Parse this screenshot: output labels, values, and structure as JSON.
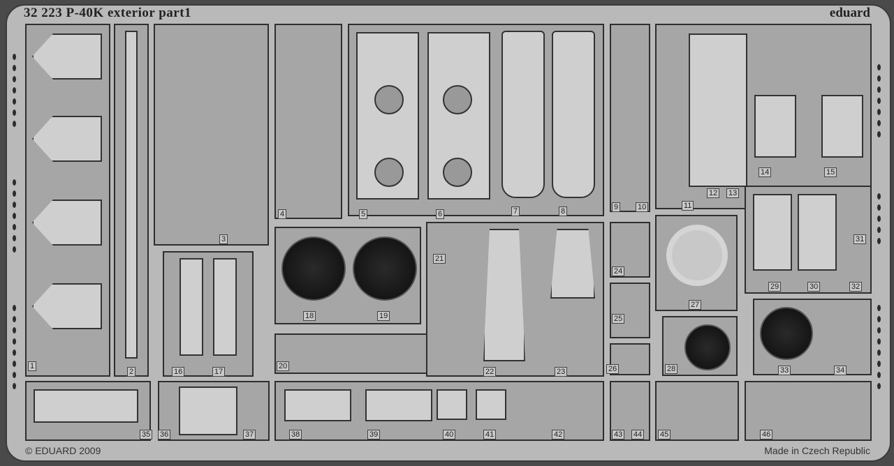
{
  "sheet": {
    "title": "32 223  P-40K exterior   part1",
    "brand": "eduard",
    "copyright": "© EDUARD 2009",
    "origin": "Made in Czech Republic"
  },
  "parts": [
    "1",
    "2",
    "3",
    "4",
    "5",
    "6",
    "7",
    "8",
    "9",
    "10",
    "11",
    "12",
    "13",
    "14",
    "15",
    "16",
    "17",
    "18",
    "19",
    "20",
    "21",
    "22",
    "23",
    "24",
    "25",
    "26",
    "27",
    "28",
    "29",
    "30",
    "31",
    "32",
    "33",
    "34",
    "35",
    "36",
    "37",
    "38",
    "39",
    "40",
    "41",
    "42",
    "43",
    "44",
    "45",
    "46"
  ],
  "colors": {
    "metal": "#b9b9b9",
    "panel": "#a6a6a6",
    "etch": "#1a1a1a"
  }
}
